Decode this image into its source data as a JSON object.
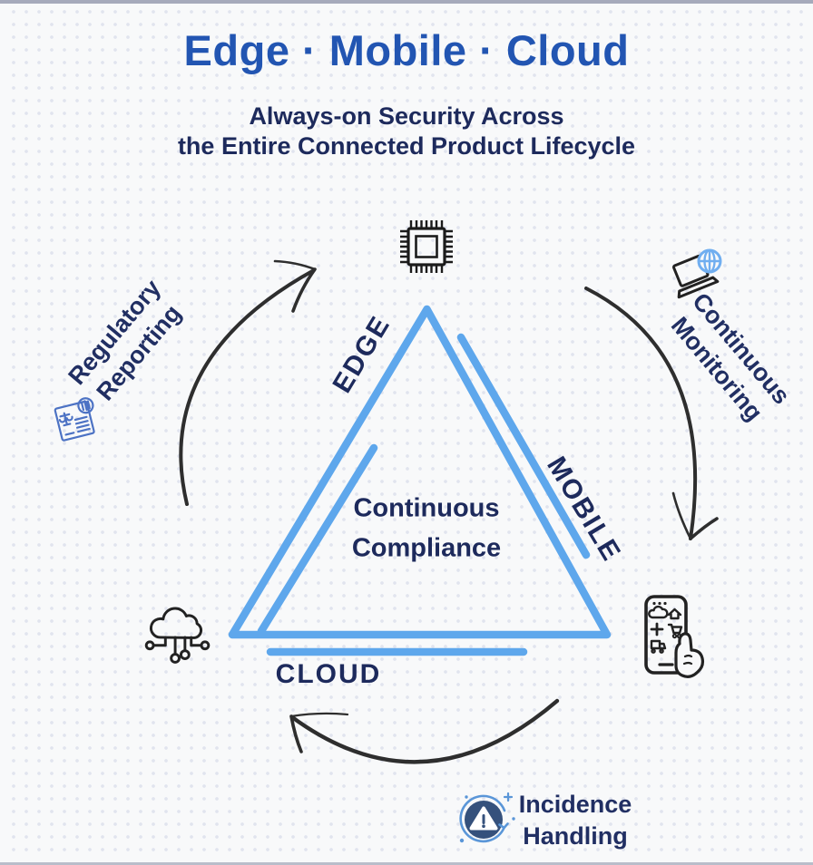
{
  "header": {
    "title": "Edge · Mobile · Cloud",
    "subtitle_line1": "Always-on Security Across",
    "subtitle_line2": "the Entire Connected Product Lifecycle"
  },
  "triangle": {
    "center_line1": "Continuous",
    "center_line2": "Compliance",
    "edge_label": "EDGE",
    "mobile_label": "MOBILE",
    "cloud_label": "CLOUD",
    "edge_icon": "microchip-icon",
    "mobile_icon": "mobile-apps-hand-icon",
    "cloud_icon": "cloud-network-icon"
  },
  "cycle_steps": [
    {
      "line1": "Regulatory",
      "line2": "Reporting",
      "icon": "regulatory-report-icon"
    },
    {
      "line1": "Continuous",
      "line2": "Monitoring",
      "icon": "laptop-globe-icon"
    },
    {
      "line1": "Incidence",
      "line2": "Handling",
      "icon": "incident-alert-icon"
    }
  ],
  "colors": {
    "title_blue": "#2255b2",
    "navy_text": "#1d2a5c",
    "triangle_blue": "#5ea7ec",
    "arrow_ink": "#2e2e2e",
    "step_icon_blue": "#4c72c4",
    "alert_circle_blue": "#35517c",
    "alert_ring_blue": "#5a96d8",
    "background": "#f8f9fa",
    "dot_grid": "#e1e4ee"
  }
}
